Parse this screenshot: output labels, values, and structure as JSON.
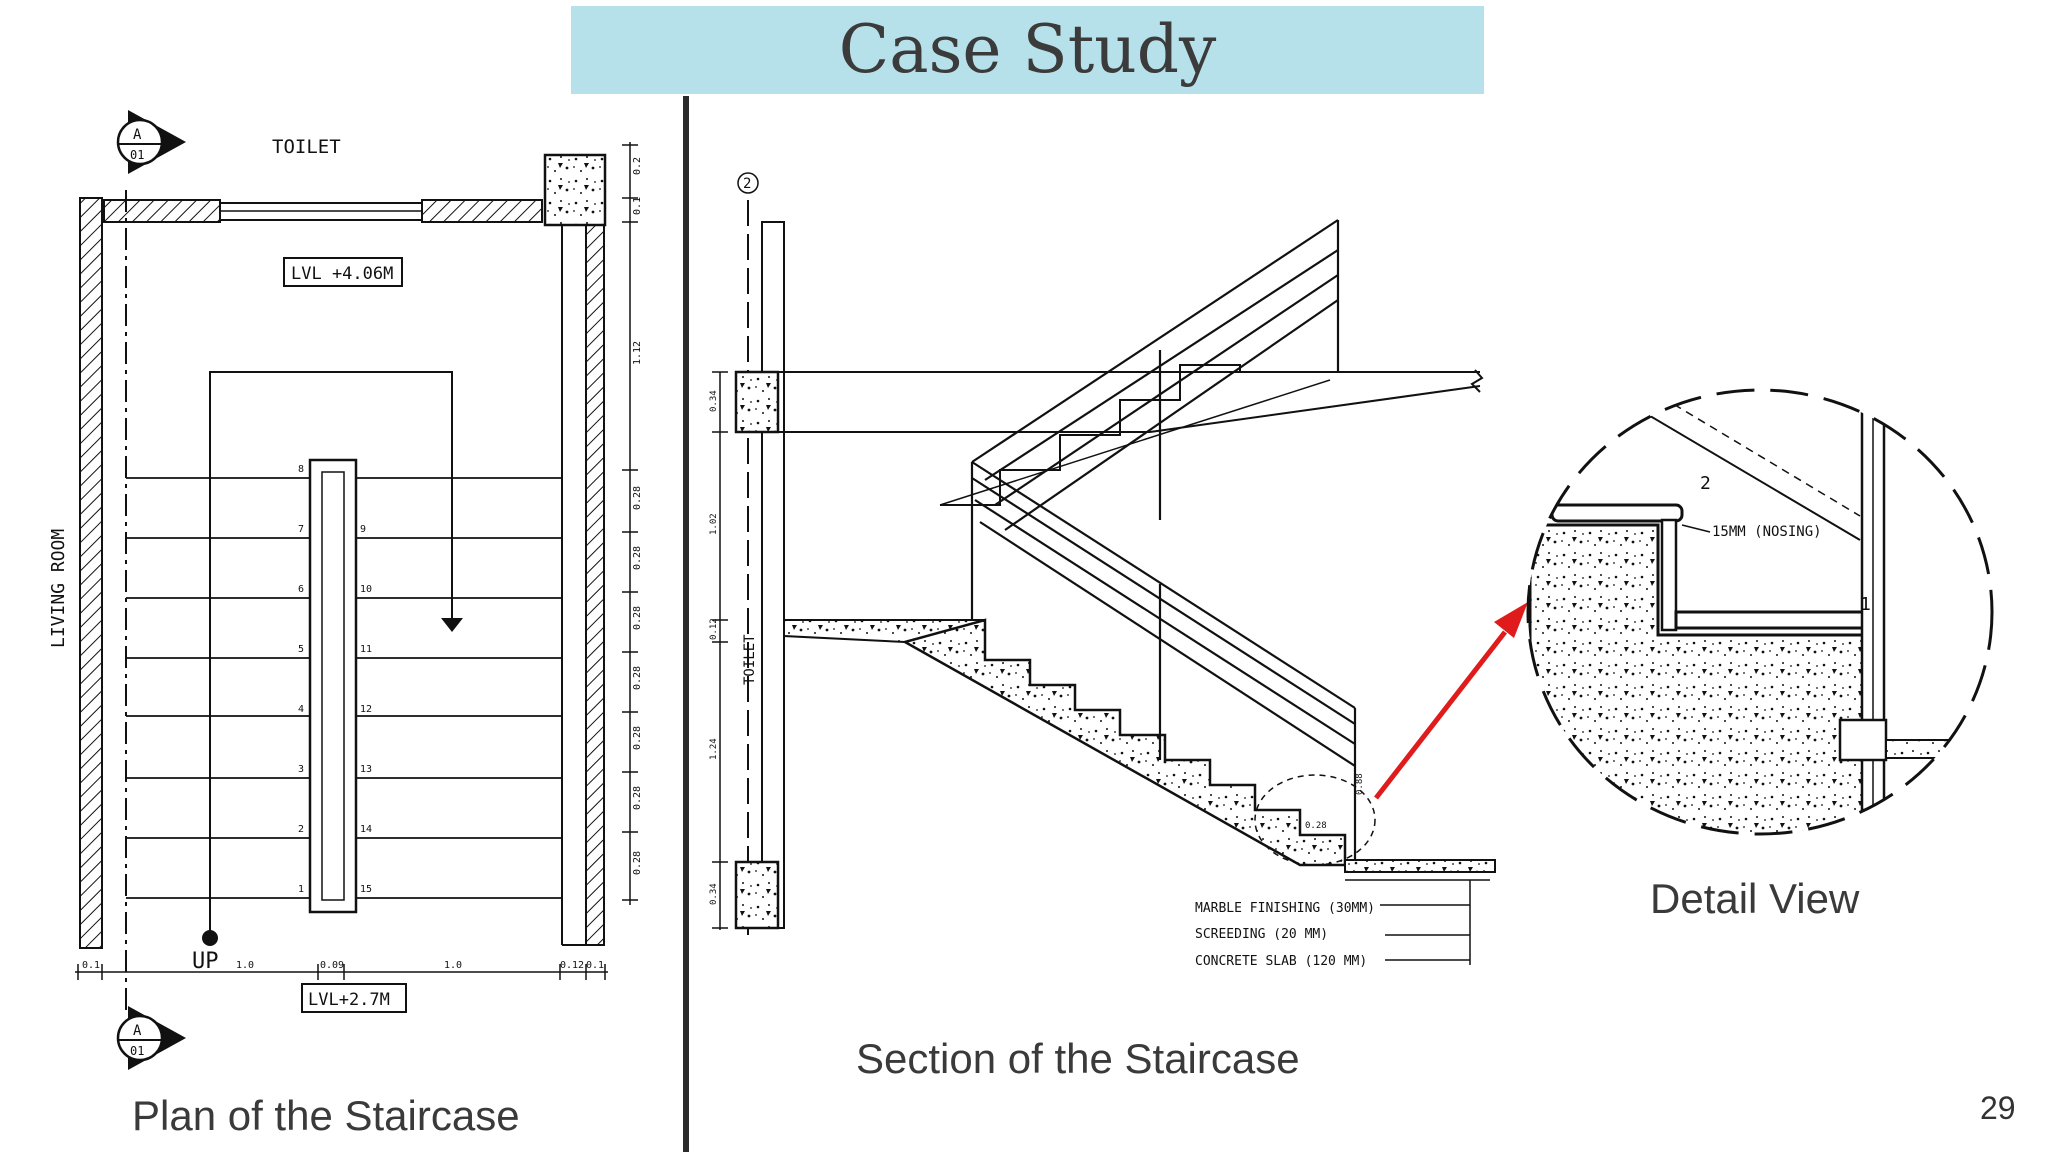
{
  "slide": {
    "title": "Case Study",
    "page_number": "29"
  },
  "plan": {
    "caption": "Plan of the Staircase",
    "room_top": "TOILET",
    "room_left": "LIVING ROOM",
    "level_top": "LVL +4.06M",
    "level_bottom": "LVL+2.7M",
    "up_label": "UP",
    "section_mark_letter": "A",
    "section_mark_number": "01",
    "steps_left": [
      "8",
      "7",
      "6",
      "5",
      "4",
      "3",
      "2",
      "1"
    ],
    "steps_right": [
      "9",
      "10",
      "11",
      "12",
      "13",
      "14",
      "15"
    ],
    "dims_right": [
      "0.2",
      "0.1",
      "1.12",
      "0.28",
      "0.28",
      "0.28",
      "0.28",
      "0.28",
      "0.28",
      "0.28"
    ],
    "dims_bottom": [
      "0.1",
      "1.0",
      "0.09",
      "1.0",
      "0.12",
      "0.1"
    ]
  },
  "section": {
    "caption": "Section of the Staircase",
    "grid_mark": "2",
    "room_label": "TOILET",
    "tread_dim": "0.28",
    "rail_height": "0.88",
    "dims_left": [
      "0.34",
      "1.02",
      "0.12",
      "1.24",
      "0.34"
    ],
    "layers": [
      "MARBLE FINISHING (30MM)",
      "SCREEDING (20 MM)",
      "CONCRETE SLAB (120 MM)"
    ]
  },
  "detail": {
    "caption": "Detail View",
    "nosing_label": "15MM (NOSING)",
    "step_upper": "2",
    "step_lower": "1"
  },
  "colors": {
    "title_bg": "#b7e1ea",
    "arrow": "#e01b1b",
    "ink": "#111111"
  }
}
